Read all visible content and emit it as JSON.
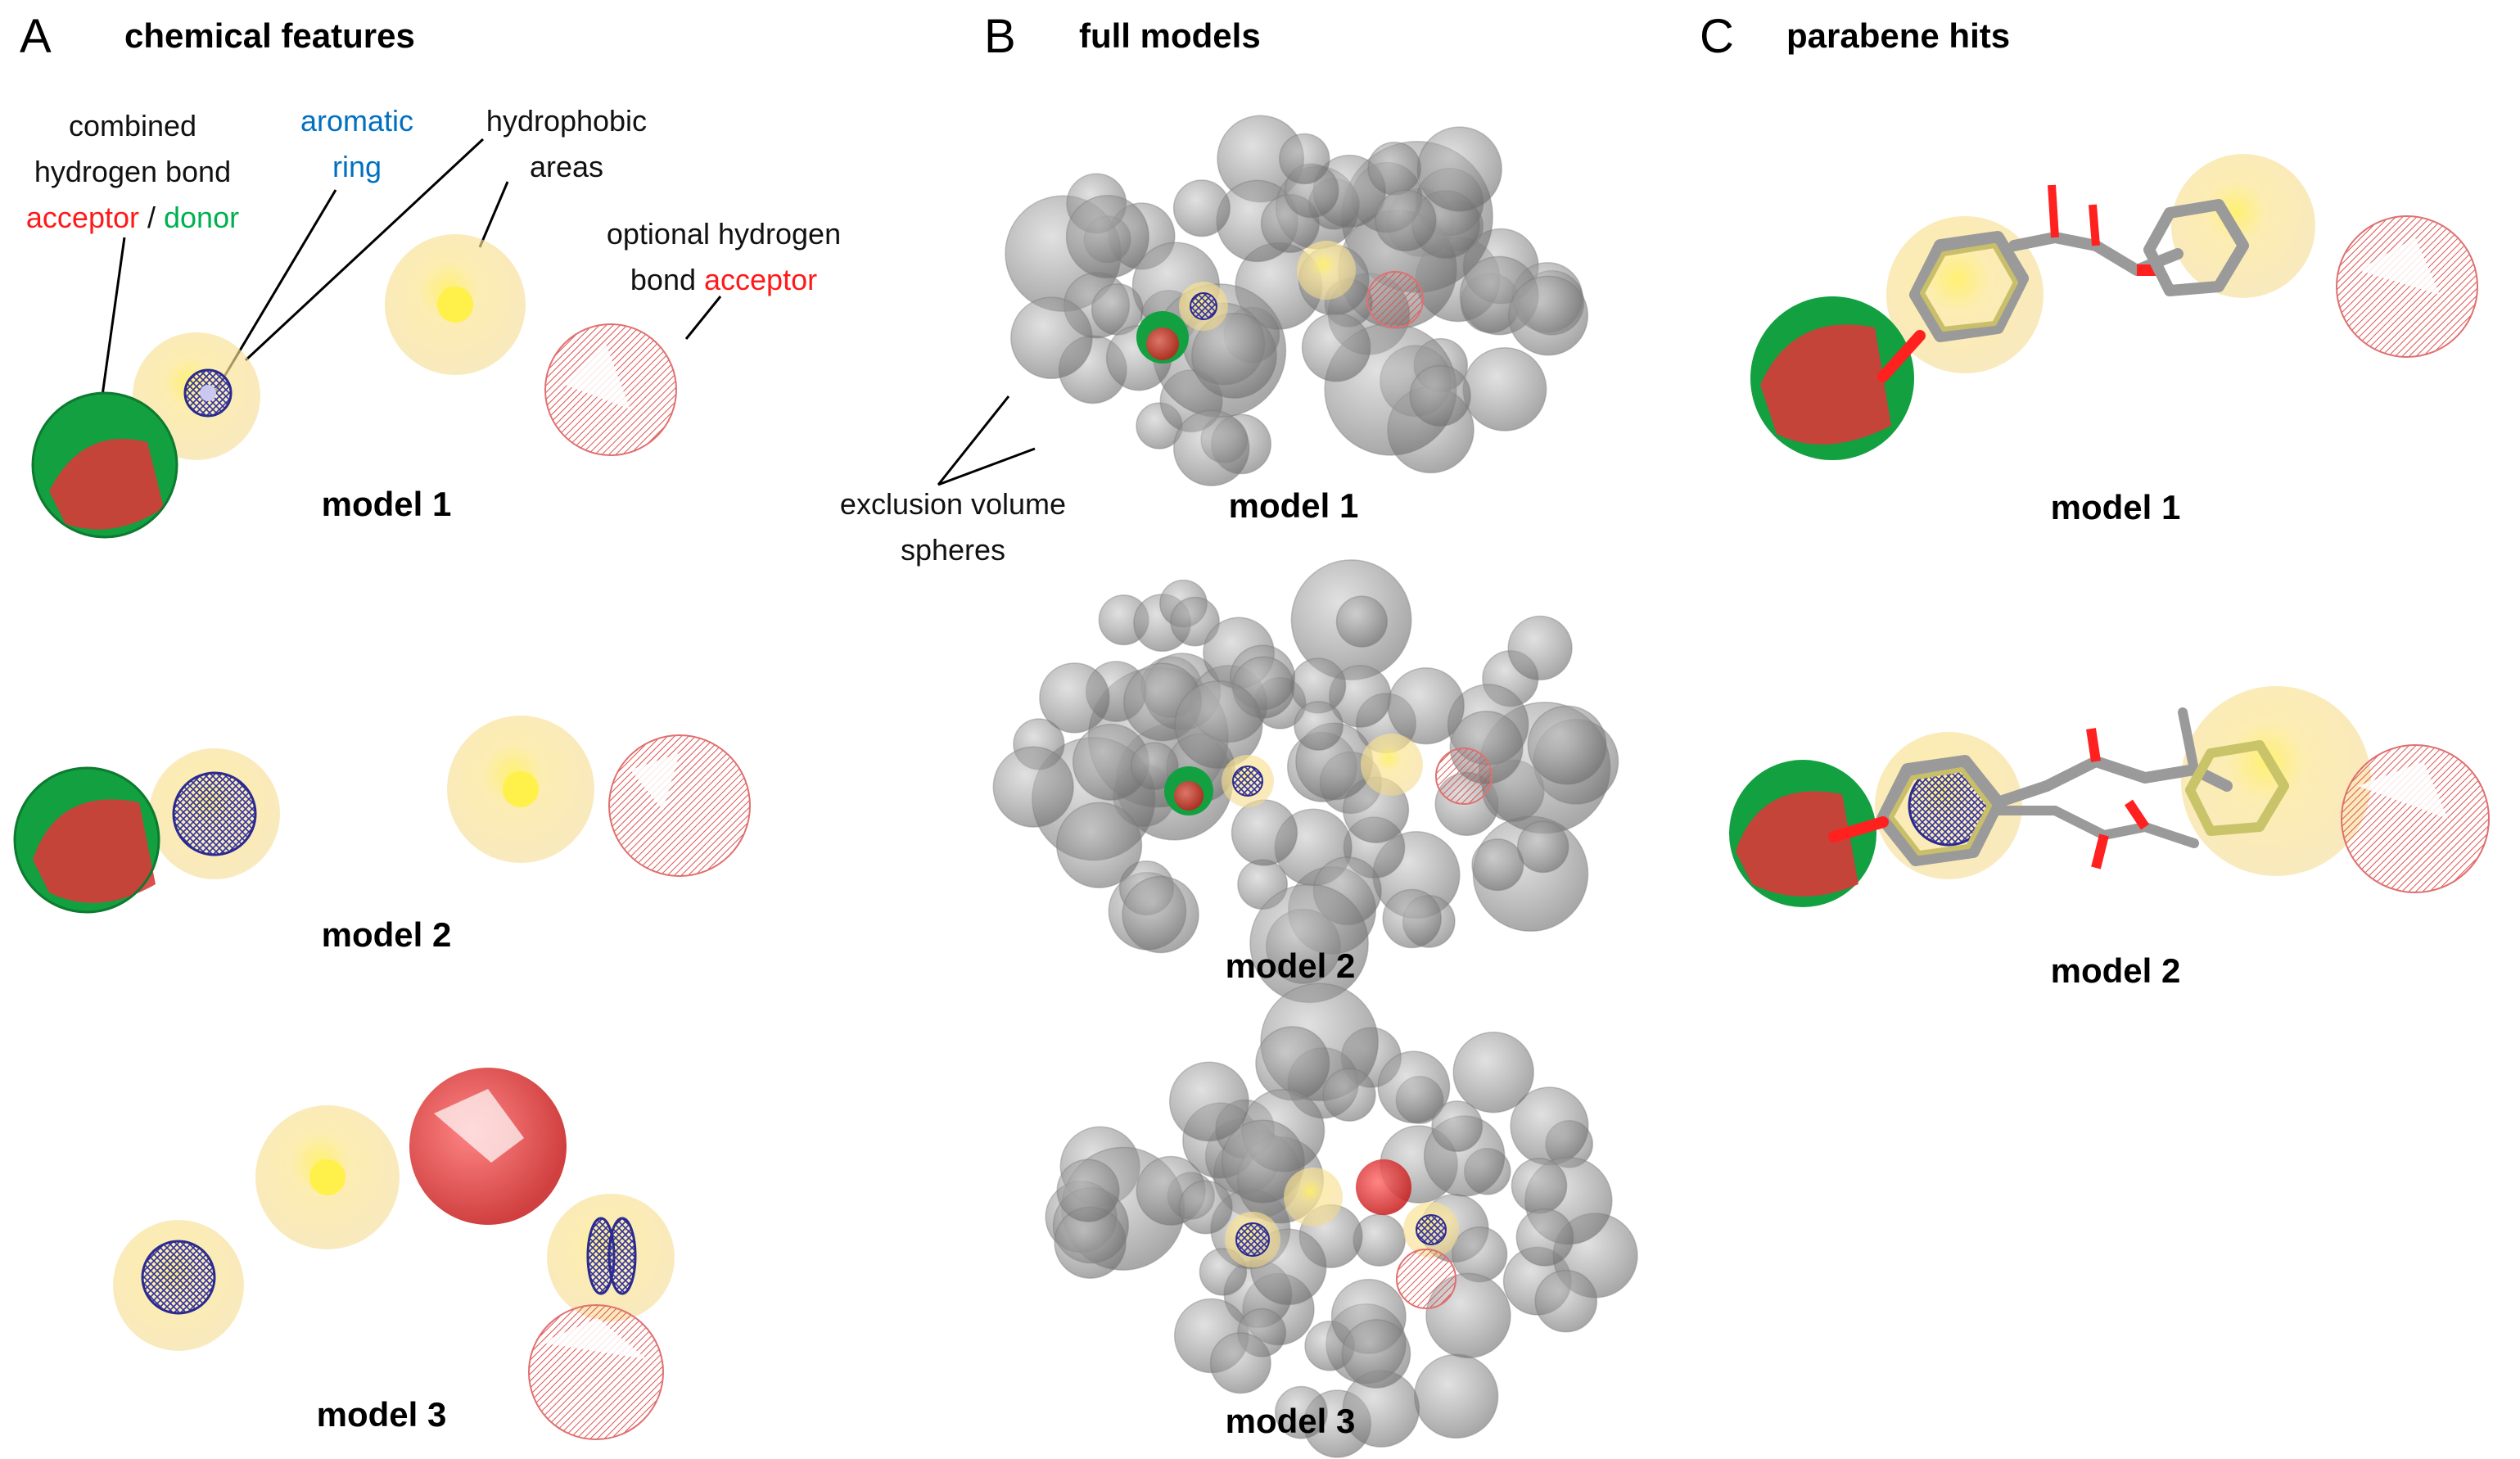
{
  "panels": {
    "A": {
      "letter": "A",
      "title": "chemical features"
    },
    "B": {
      "letter": "B",
      "title": "full models"
    },
    "C": {
      "letter": "C",
      "title": "parabene hits"
    }
  },
  "models": {
    "A1": "model 1",
    "A2": "model 2",
    "A3": "model 3",
    "B1": "model 1",
    "B2": "model 2",
    "B3": "model 3",
    "C1": "model 1",
    "C2": "model 2"
  },
  "annotations": {
    "combined_line1": "combined",
    "combined_line2": "hydrogen bond",
    "acceptor": "acceptor",
    "slash": " / ",
    "donor": "donor",
    "aromatic_line1": "aromatic",
    "aromatic_line2": "ring",
    "hydrophobic_line1": "hydrophobic",
    "hydrophobic_line2": "areas",
    "optional_line1": "optional hydrogen",
    "optional_bond": "bond ",
    "optional_acceptor": "acceptor",
    "exclusion_line1": "exclusion volume",
    "exclusion_line2": "spheres"
  },
  "colors": {
    "acceptor": "#ff1a1a",
    "donor": "#00b050",
    "aromatic": "#0070c0",
    "hydrophobic": "#f5d76e",
    "exclusion": "#8c8c8c",
    "ligand_carbon": "#a6a6a6",
    "ligand_oxygen": "#ff2020"
  }
}
